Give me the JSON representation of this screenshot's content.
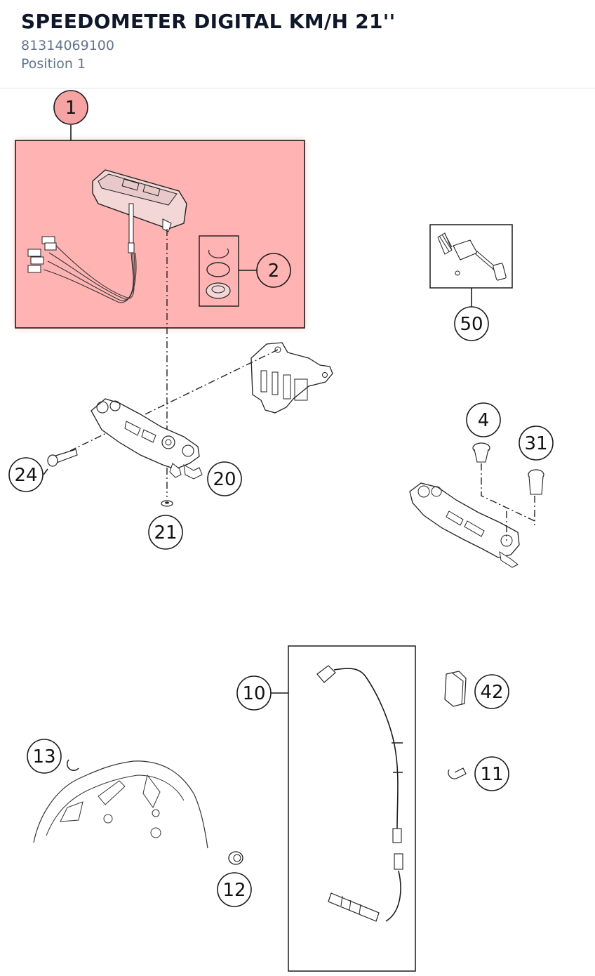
{
  "header": {
    "title": "SPEEDOMETER DIGITAL KM/H 21''",
    "part_number": "81314069100",
    "position": "Position 1"
  },
  "callouts": [
    {
      "id": "1",
      "label": "1",
      "highlighted": true
    },
    {
      "id": "2",
      "label": "2"
    },
    {
      "id": "50",
      "label": "50"
    },
    {
      "id": "4",
      "label": "4"
    },
    {
      "id": "31",
      "label": "31"
    },
    {
      "id": "24",
      "label": "24"
    },
    {
      "id": "20",
      "label": "20"
    },
    {
      "id": "21",
      "label": "21"
    },
    {
      "id": "10",
      "label": "10"
    },
    {
      "id": "42",
      "label": "42"
    },
    {
      "id": "13",
      "label": "13"
    },
    {
      "id": "11",
      "label": "11"
    },
    {
      "id": "12",
      "label": "12"
    }
  ],
  "colors": {
    "highlight": "#ffb3b3",
    "highlight_circle": "#f5a3a3",
    "title": "#0f172a",
    "subtitle": "#64748b"
  }
}
